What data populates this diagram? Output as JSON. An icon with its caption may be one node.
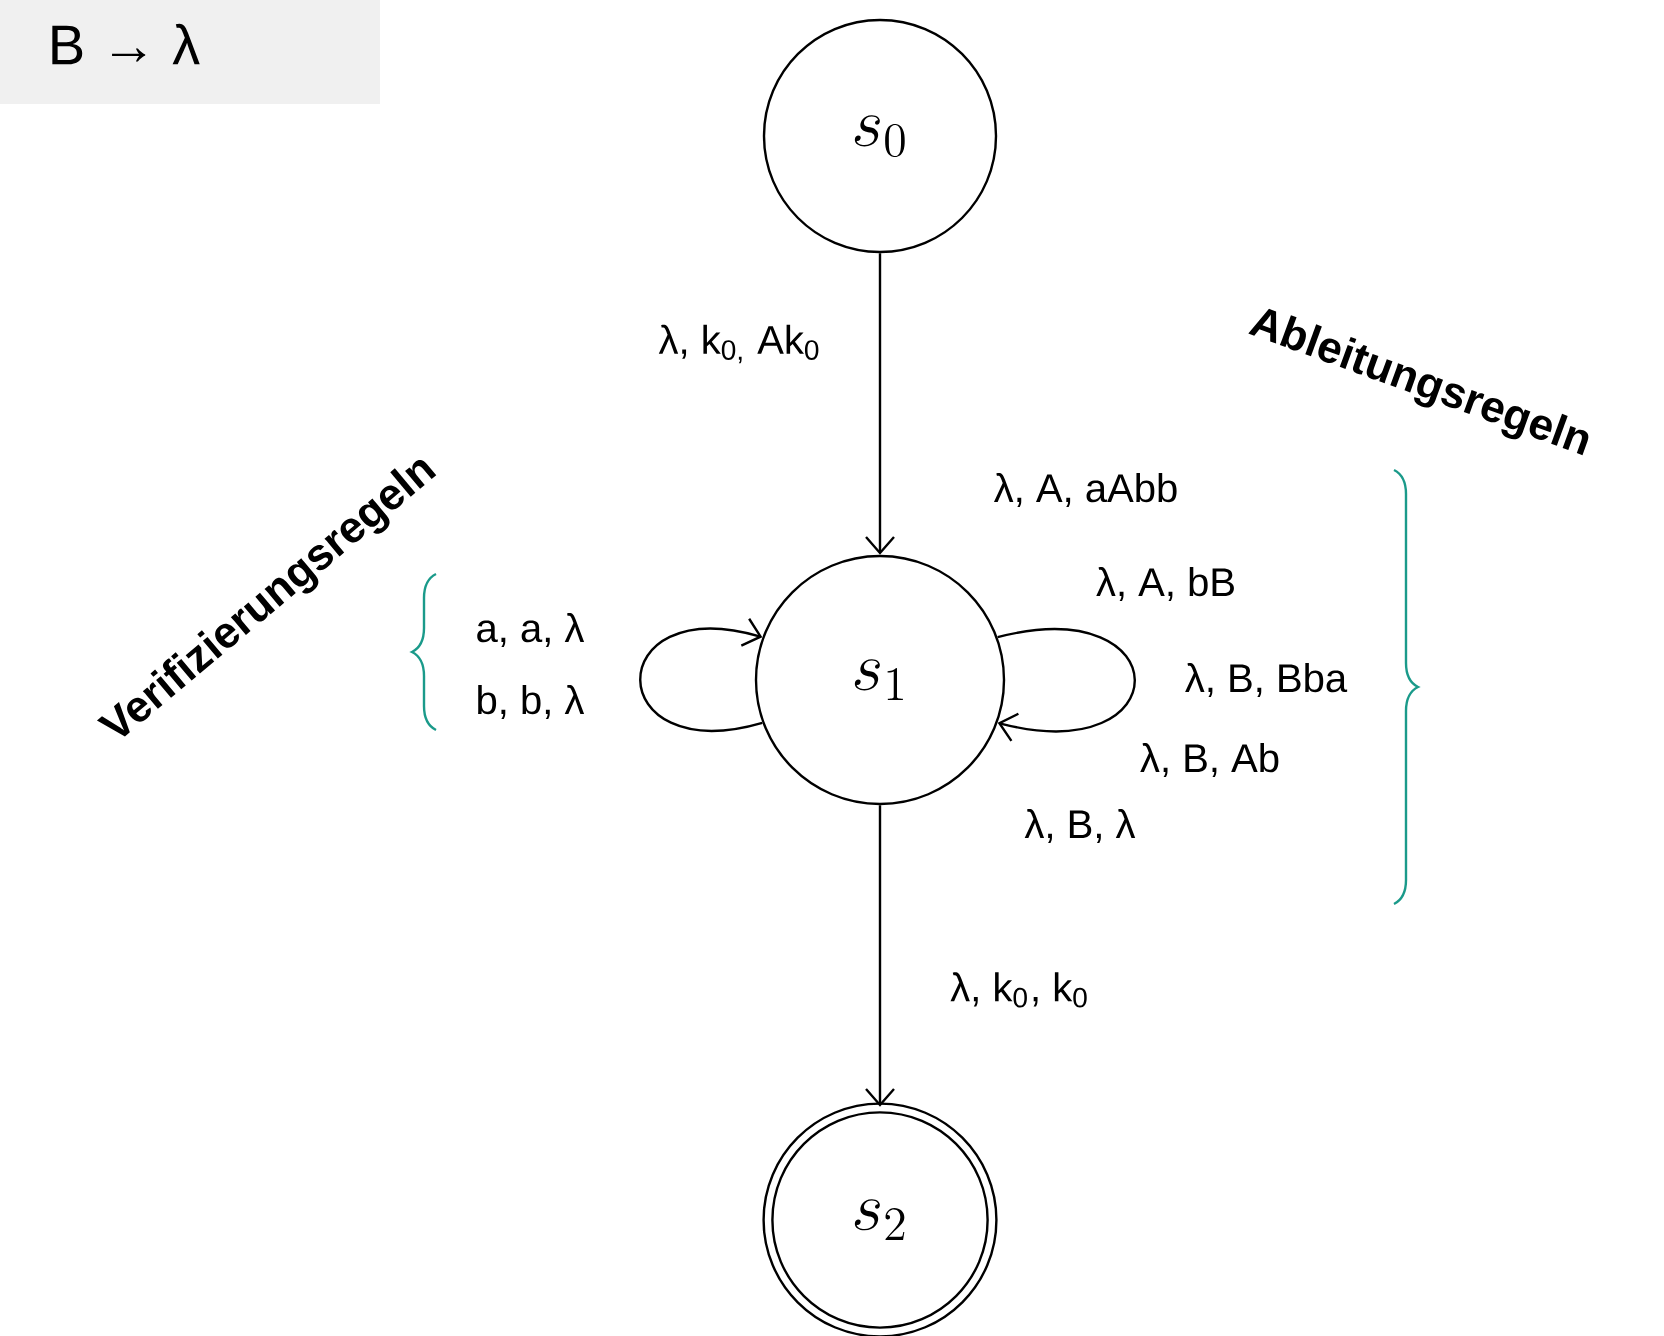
{
  "diagram": {
    "nodes": [
      {
        "text": [
          "s_0"
        ]
      },
      {
        "text": [
          "s_1"
        ]
      },
      {
        "text": [
          "s_2"
        ]
      }
    ],
    "edges": [
      {
        "from": 0,
        "to": 1,
        "arrow": "to",
        "label": "λ, k$_{0,}$ Ak$_{0}$"
      },
      {
        "from": 1,
        "to": 1,
        "arrow": "to"
      },
      {
        "from": 1,
        "to": 1,
        "arrow": "to"
      },
      {
        "from": 1,
        "to": 2,
        "arrow": "to",
        "label": "λ, k$_{0}$, k$_{0}$"
      }
    ],
    "labels": [
      "B → λ",
      "Ableitungsregeln",
      "Verifizierungsregeln",
      "λ, A, aAbb",
      "a, a, λ",
      "λ, A, bB",
      "b, b, λ",
      "λ, B, Bba",
      "λ, B, Ab",
      "λ, B, λ"
    ]
  }
}
